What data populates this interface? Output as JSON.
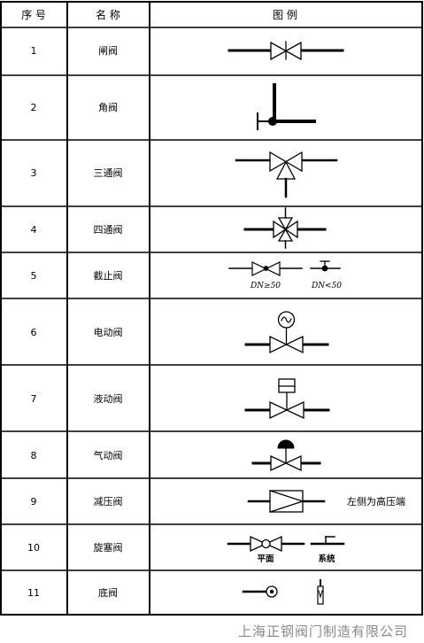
{
  "header": {
    "col1": "序 号",
    "col2": "名 称",
    "col3": "图 例"
  },
  "rows": [
    {
      "no": "1",
      "name": "闸阀",
      "icon": "gate-valve-icon"
    },
    {
      "no": "2",
      "name": "角阀",
      "icon": "angle-valve-icon"
    },
    {
      "no": "3",
      "name": "三通阀",
      "icon": "three-way-valve-icon"
    },
    {
      "no": "4",
      "name": "四通阀",
      "icon": "four-way-valve-icon"
    },
    {
      "no": "5",
      "name": "截止阀",
      "icon": "globe-valve-icon",
      "labels": [
        "DN≥50",
        "DN<50"
      ]
    },
    {
      "no": "6",
      "name": "电动阀",
      "icon": "electric-valve-icon"
    },
    {
      "no": "7",
      "name": "液动阀",
      "icon": "hydraulic-valve-icon"
    },
    {
      "no": "8",
      "name": "气动阀",
      "icon": "pneumatic-valve-icon"
    },
    {
      "no": "9",
      "name": "减压阀",
      "icon": "pressure-reducing-valve-icon",
      "note": "左侧为高压端"
    },
    {
      "no": "10",
      "name": "旋塞阀",
      "icon": "plug-valve-icon",
      "labels": [
        "平面",
        "系统"
      ]
    },
    {
      "no": "11",
      "name": "底阀",
      "icon": "foot-valve-icon"
    }
  ],
  "footer": "上海正钢阀门制造有限公司"
}
